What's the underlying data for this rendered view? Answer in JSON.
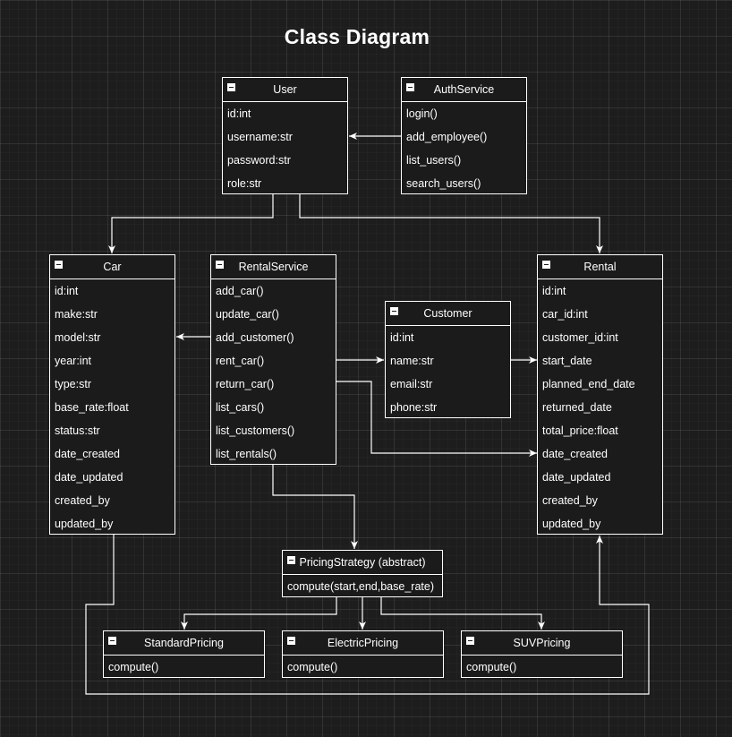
{
  "title": "Class Diagram",
  "classes": {
    "user": {
      "name": "User",
      "members": [
        "id:int",
        "username:str",
        "password:str",
        "role:str"
      ]
    },
    "auth_service": {
      "name": "AuthService",
      "members": [
        "login()",
        "add_employee()",
        "list_users()",
        "search_users()"
      ]
    },
    "car": {
      "name": "Car",
      "members": [
        "id:int",
        "make:str",
        "model:str",
        "year:int",
        "type:str",
        "base_rate:float",
        "status:str",
        "date_created",
        "date_updated",
        "created_by",
        "updated_by"
      ]
    },
    "rental_service": {
      "name": "RentalService",
      "members": [
        "add_car()",
        "update_car()",
        "add_customer()",
        "rent_car()",
        "return_car()",
        "list_cars()",
        "list_customers()",
        "list_rentals()"
      ]
    },
    "customer": {
      "name": "Customer",
      "members": [
        "id:int",
        "name:str",
        "email:str",
        "phone:str"
      ]
    },
    "rental": {
      "name": "Rental",
      "members": [
        "id:int",
        "car_id:int",
        "customer_id:int",
        "start_date",
        "planned_end_date",
        "returned_date",
        "total_price:float",
        "date_created",
        "date_updated",
        "created_by",
        "updated_by"
      ]
    },
    "pricing_strategy": {
      "name": "PricingStrategy (abstract)",
      "members": [
        "compute(start,end,base_rate)"
      ]
    },
    "standard_pricing": {
      "name": "StandardPricing",
      "members": [
        "compute()"
      ]
    },
    "electric_pricing": {
      "name": "ElectricPricing",
      "members": [
        "compute()"
      ]
    },
    "suv_pricing": {
      "name": "SUVPricing",
      "members": [
        "compute()"
      ]
    }
  },
  "colors": {
    "background": "#1d1d1d",
    "stroke": "#ffffff",
    "text": "#ffffff"
  }
}
